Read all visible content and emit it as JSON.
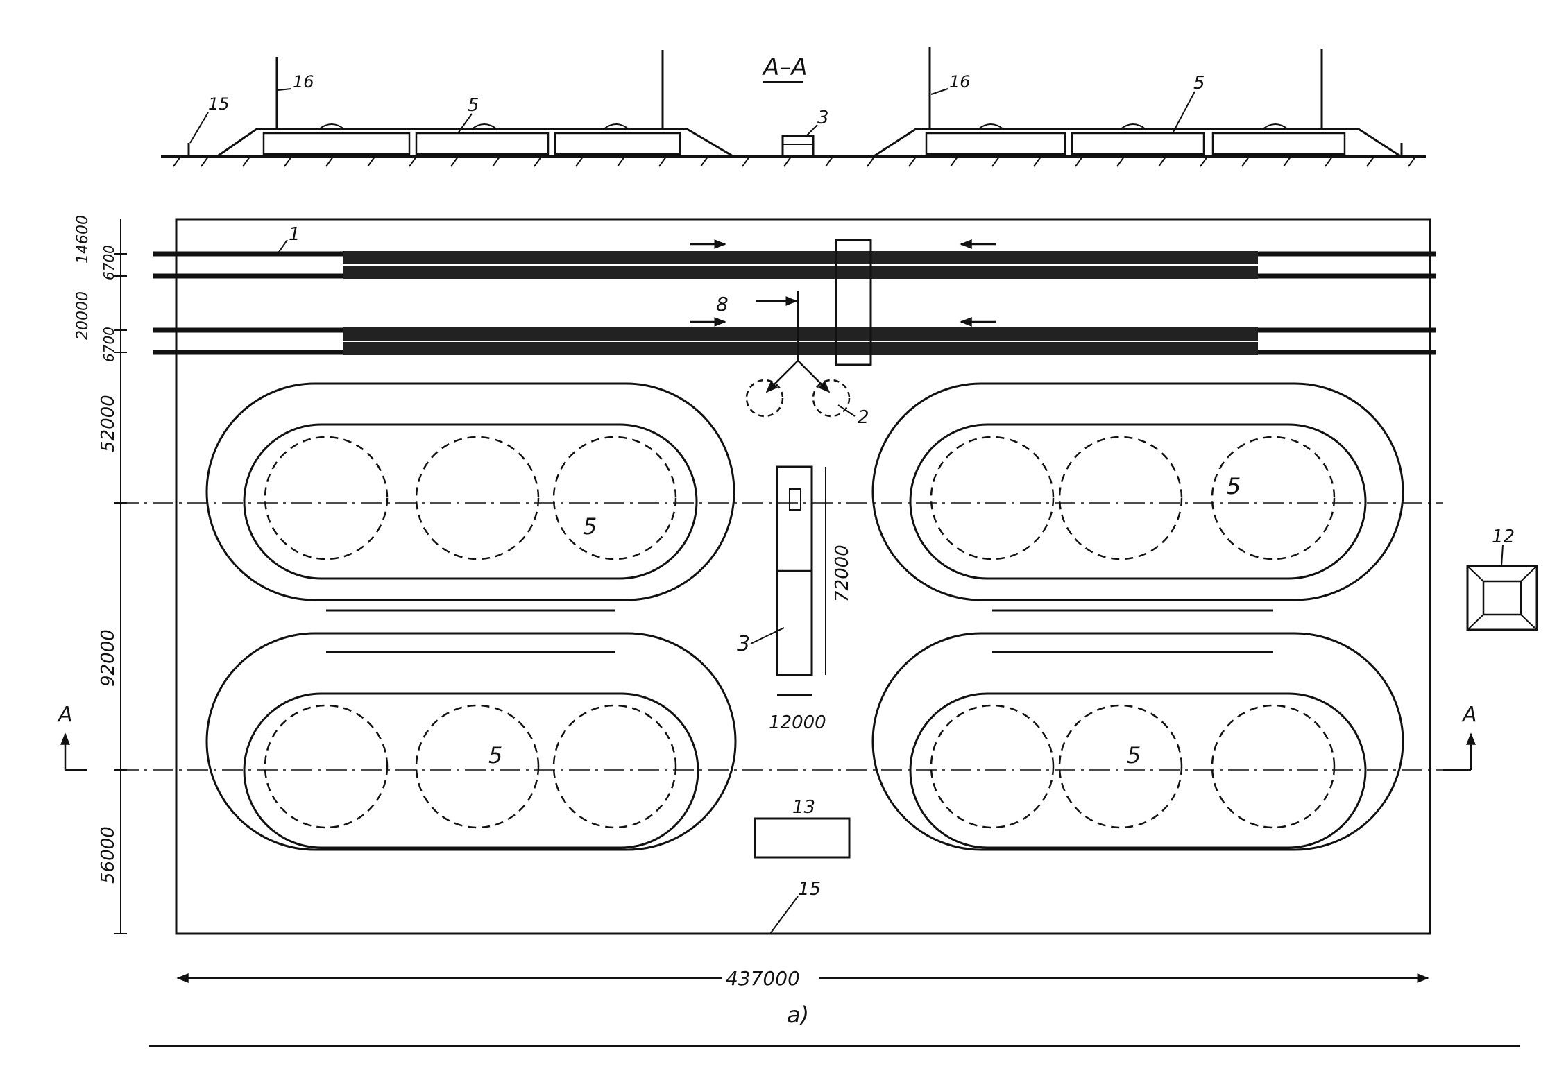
{
  "section": {
    "title": "A–A",
    "callouts": {
      "fence_label": "15",
      "mast_label_left": "16",
      "mast_label_right": "16",
      "tank_left": "5",
      "tank_right": "5",
      "building": "3"
    }
  },
  "plan": {
    "callouts": {
      "rail": "1",
      "pipes": "8",
      "pumps": "2",
      "tank_tl": "5",
      "tank_tr": "5",
      "tank_bl": "5",
      "tank_br": "5",
      "building": "3",
      "square": "12",
      "box": "13",
      "fence": "15"
    },
    "section_markers": {
      "left": "A",
      "right": "A"
    },
    "dims": {
      "d14600": "14600",
      "d6700a": "6700",
      "d20000": "20000",
      "d6700b": "6700",
      "d52000": "52000",
      "d92000": "92000",
      "d56000": "56000",
      "d72000": "72000",
      "d12000": "12000",
      "d437000": "437000"
    }
  },
  "caption": "a)"
}
